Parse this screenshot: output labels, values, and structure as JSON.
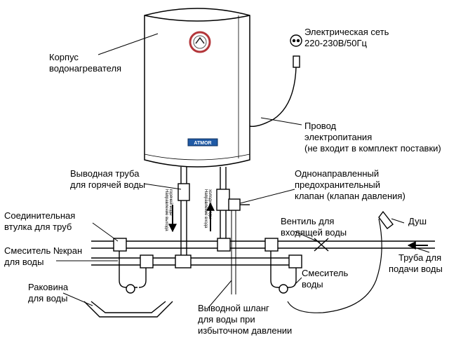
{
  "labels": {
    "heater_body": [
      "Корпус",
      "водонагревателя"
    ],
    "power_network": [
      "Электрическая сеть",
      "220-230В/50Гц"
    ],
    "power_cable": [
      "Провод",
      "электропитания",
      "(не входит в комплект поставки)"
    ],
    "outlet_pipe": [
      "Выводная труба",
      "для горячей воды"
    ],
    "check_valve": [
      "Однонаправленный",
      "предохранительный",
      "клапан (клапан давления)"
    ],
    "coupling": [
      "Соединительная",
      "втулка для труб"
    ],
    "inlet_valve": [
      "Вентиль для",
      "входящей воды"
    ],
    "shower": [
      "Душ"
    ],
    "mixer_left": [
      "Смеситель №кран",
      "для воды"
    ],
    "supply_pipe": [
      "Труба для",
      "подачи воды"
    ],
    "sink": [
      "Раковина",
      "для воды"
    ],
    "mixer_right": [
      "Смеситель",
      "воды"
    ],
    "drain_hose": [
      "Выводной шланг",
      "для воды при",
      "избыточном давлении"
    ]
  },
  "heater_brand": "ATMOR",
  "flow_hot": [
    "Направление выхода",
    "горячей воды"
  ],
  "flow_cold": [
    "Направление входа",
    "холодной воды"
  ],
  "colors": {
    "line": "#000000",
    "background": "#ffffff",
    "gauge_ring": "#b3363a"
  }
}
